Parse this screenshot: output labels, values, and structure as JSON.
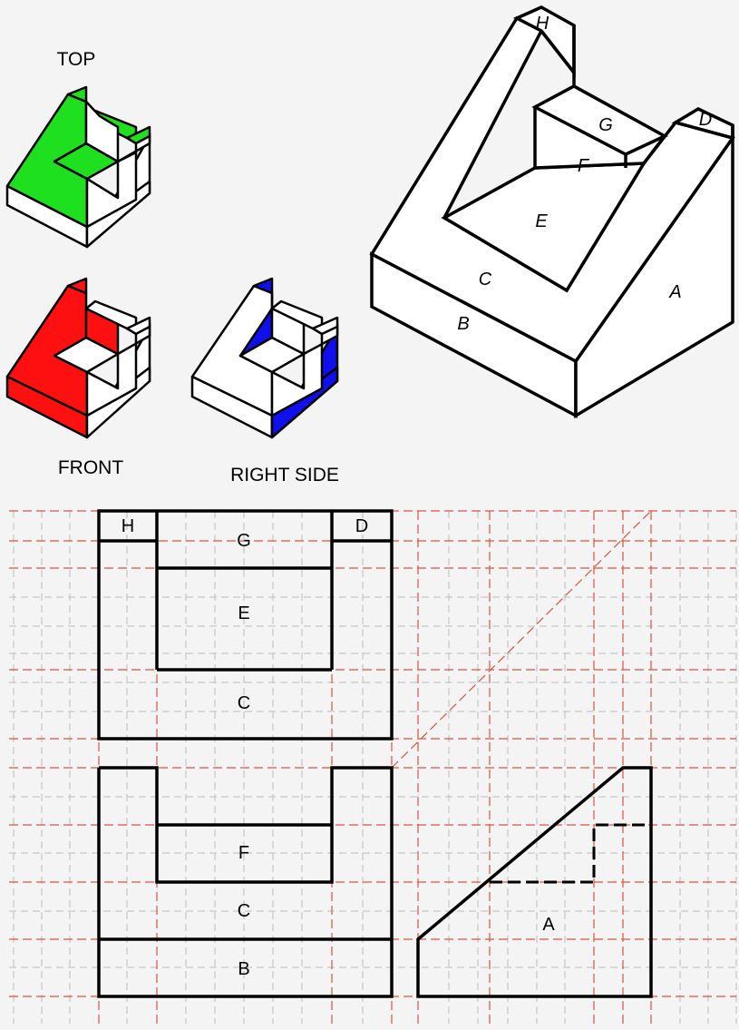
{
  "view_labels": {
    "top": "TOP",
    "front": "FRONT",
    "right_side": "RIGHT SIDE"
  },
  "iso_face_labels": {
    "a": "A",
    "b": "B",
    "c": "C",
    "d": "D",
    "e": "E",
    "f": "F",
    "g": "G",
    "h": "H"
  },
  "top_view_labels": {
    "h": "H",
    "g": "G",
    "d": "D",
    "e": "E",
    "c": "C"
  },
  "front_view_labels": {
    "f": "F",
    "c": "C",
    "b": "B"
  },
  "side_view_labels": {
    "a": "A"
  },
  "colors": {
    "top_highlight": "#1fe01f",
    "front_highlight": "#ff1010",
    "side_highlight": "#1010ee",
    "grid_red": "#d9543f",
    "grid_gray": "#b8b8b8",
    "line": "#000000"
  }
}
